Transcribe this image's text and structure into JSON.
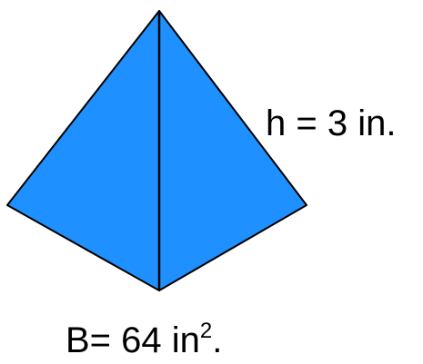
{
  "diagram": {
    "height_label": "h = 3 in.",
    "base_label_main": "B= 64 in",
    "base_label_exp": "2",
    "base_label_end": ".",
    "colors": {
      "fill": "#1E90FF",
      "stroke": "#000000"
    }
  }
}
